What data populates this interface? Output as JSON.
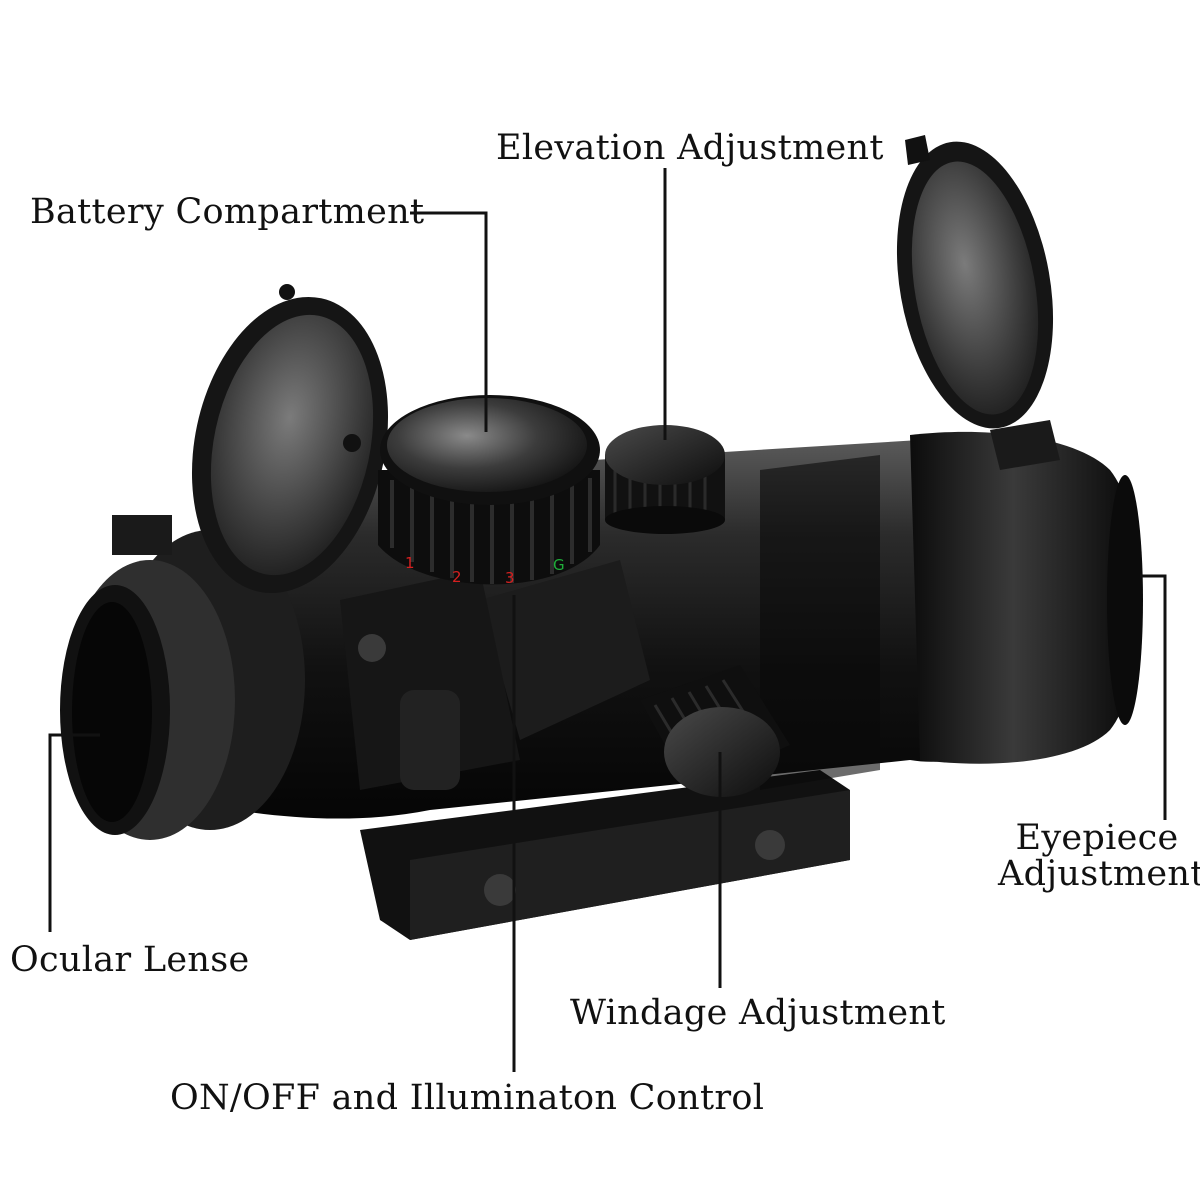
{
  "colors": {
    "background": "#ffffff",
    "leader_line": "#111111",
    "body_dark": "#141414",
    "body_mid": "#2a2a2a",
    "highlight": "#6e6e6e",
    "dial_red": "#d42020",
    "dial_green": "#1fae3a"
  },
  "labels": {
    "elevation": "Elevation Adjustment",
    "battery": "Battery Compartment",
    "eyepiece_line1": "Eyepiece",
    "eyepiece_line2": "Adjustment",
    "ocular": "Ocular Lense",
    "windage": "Windage Adjustment",
    "onoff": "ON/OFF and Illuminaton Control"
  },
  "dial_marks": [
    "1",
    "2",
    "3",
    "G"
  ]
}
